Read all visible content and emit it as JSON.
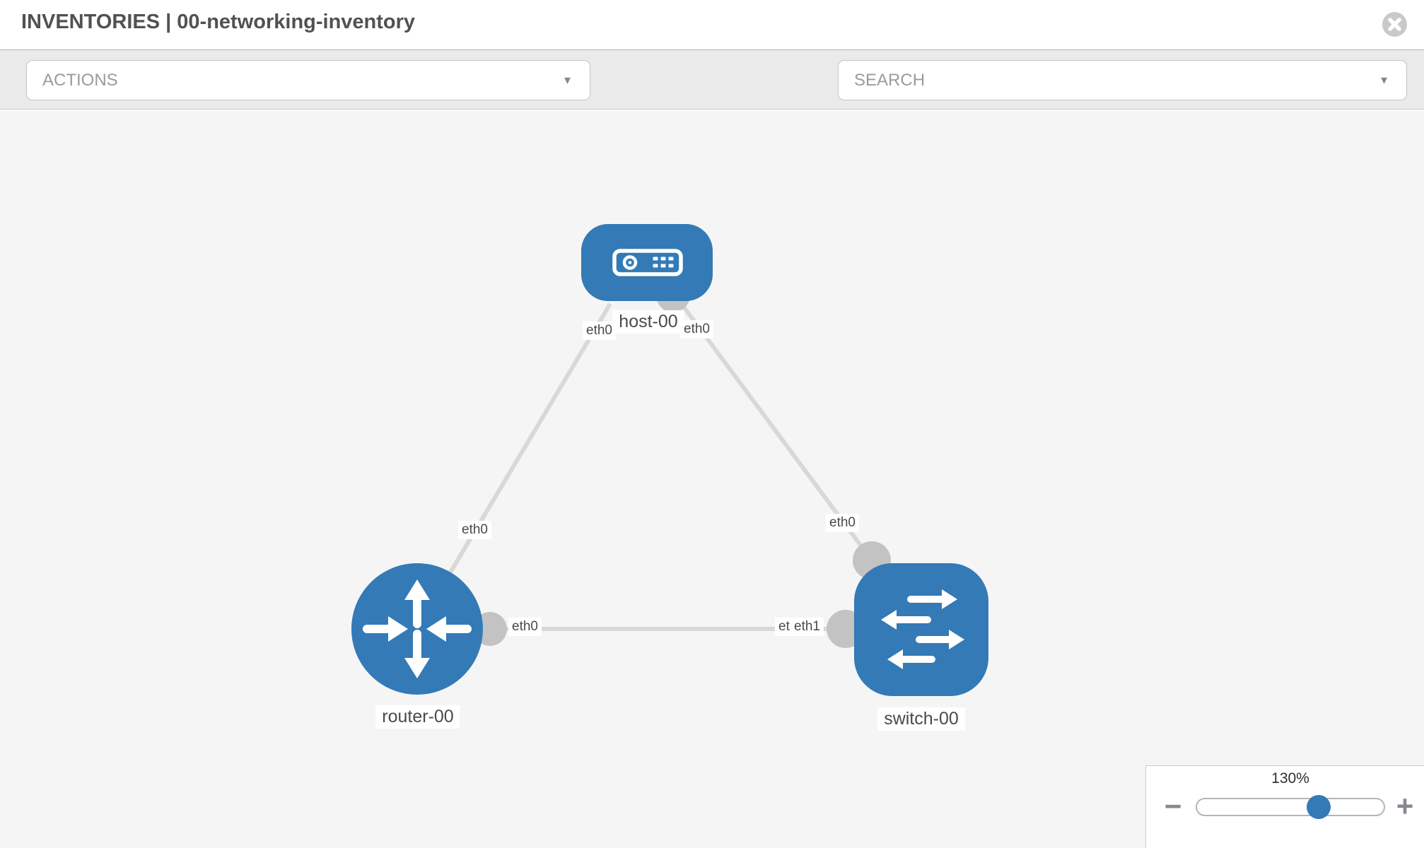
{
  "header": {
    "title": "INVENTORIES | 00-networking-inventory"
  },
  "toolbar": {
    "actions_label": "ACTIONS",
    "search_placeholder": "SEARCH"
  },
  "icons": {
    "close": "close-circle-x",
    "wrench": "wrench",
    "key": "key",
    "dropdown_caret": "▼",
    "minus": "−",
    "plus": "+"
  },
  "colors": {
    "node_blue": "#337ab7",
    "link_gray": "#d8d8d8",
    "connector_gray": "#c3c3c3",
    "canvas_bg": "#f5f5f5",
    "toolbar_bg": "#eaeaea"
  },
  "zoom_control": {
    "level": "130%"
  },
  "topology": {
    "nodes": [
      {
        "label": "host-00",
        "type": "host"
      },
      {
        "label": "router-00",
        "type": "router"
      },
      {
        "label": "switch-00",
        "type": "switch"
      }
    ],
    "links": [
      {
        "from": "host-00",
        "from_port": "eth0",
        "to": "router-00",
        "to_port": "eth0"
      },
      {
        "from": "host-00",
        "from_port": "eth0",
        "to": "switch-00",
        "to_port": "eth0"
      },
      {
        "from": "router-00",
        "from_port": "eth0",
        "to": "switch-00",
        "to_port": "eth1"
      }
    ],
    "port_labels": [
      {
        "text": "eth0",
        "at": "host-bottom-left"
      },
      {
        "text": "eth0",
        "at": "host-bottom-right"
      },
      {
        "text": "eth0",
        "at": "link-near-router"
      },
      {
        "text": "eth0",
        "at": "link-near-switch-top"
      },
      {
        "text": "eth0",
        "at": "horizontal-link-near-router"
      },
      {
        "text": "eth0",
        "at": "horizontal-link-near-switch-under"
      },
      {
        "text": "eth1",
        "at": "horizontal-link-near-switch-over"
      }
    ]
  }
}
